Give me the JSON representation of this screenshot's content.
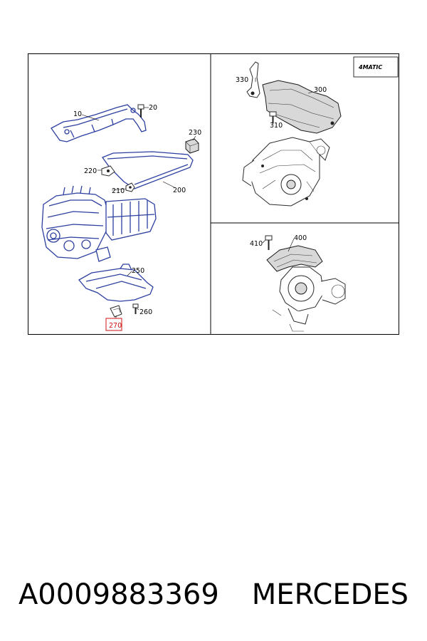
{
  "diagram": {
    "logo_text": "4MATIC",
    "callouts": {
      "c10": "10",
      "c20": "20",
      "c200": "200",
      "c210": "210",
      "c220": "220",
      "c230": "230",
      "c250": "250",
      "c260": "260",
      "c270": "270",
      "c300": "300",
      "c310": "310",
      "c330": "330",
      "c400": "400",
      "c410": "410"
    },
    "highlighted_callout": "270",
    "colors": {
      "frame": "#000000",
      "highlight": "#d01010",
      "line_blue": "#2c3fa0"
    }
  },
  "caption": {
    "part_number": "A0009883369",
    "brand": "MERCEDES"
  }
}
